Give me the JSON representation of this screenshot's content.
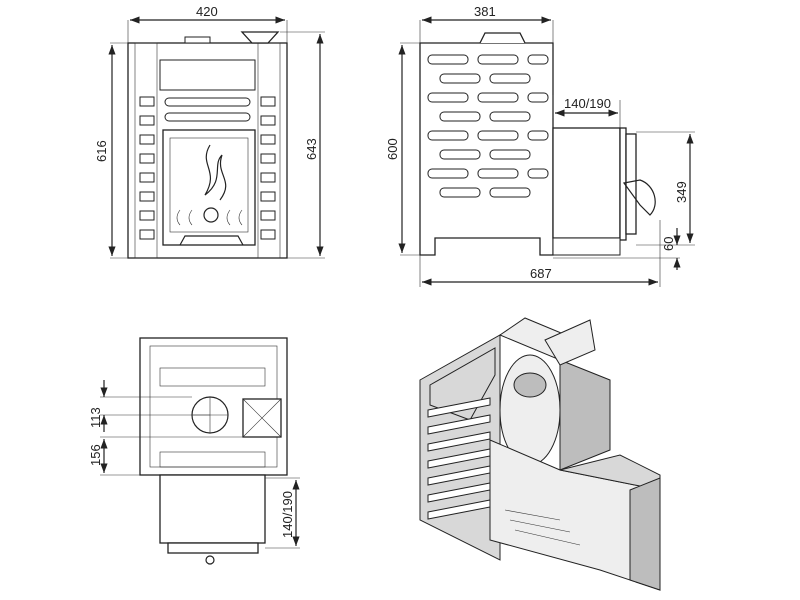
{
  "front_view": {
    "width": "420",
    "height_body": "616",
    "height_total": "643"
  },
  "side_view": {
    "width": "381",
    "height": "600",
    "firebox_length": "140/190",
    "door_height": "349",
    "door_offset": "60",
    "total_length": "687"
  },
  "top_view": {
    "flue_offset": "113",
    "hopper_offset": "156",
    "firebox_length": "140/190"
  }
}
